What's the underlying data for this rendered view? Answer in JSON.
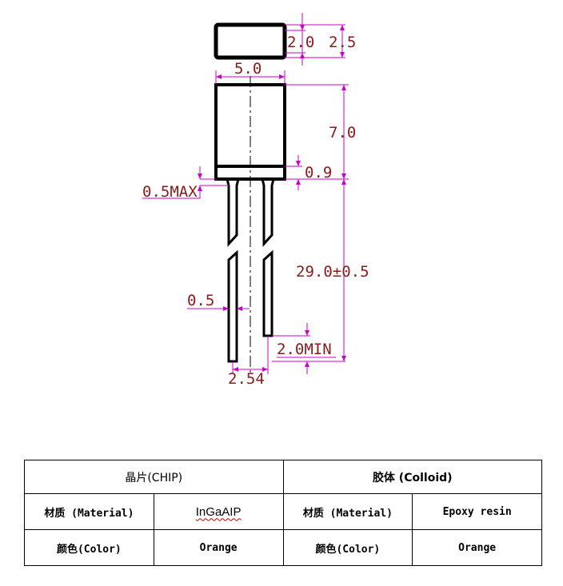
{
  "drawing": {
    "labels": {
      "dim_2_0": "2.0",
      "dim_2_5": "2.5",
      "dim_5_0": "5.0",
      "dim_7_0": "7.0",
      "dim_0_9": "0.9",
      "dim_0_5max": "0.5MAX",
      "dim_29_0": "29.0±0.5",
      "dim_0_5": "0.5",
      "dim_2_0min": "2.0MIN",
      "dim_2_54": "2.54"
    },
    "colors": {
      "outline": "#000000",
      "dimension": "#cc00cc",
      "dimension_text": "#8b1a1a"
    }
  },
  "table": {
    "chip_header": "晶片(CHIP)",
    "colloid_header": "胶体 (Colloid)",
    "chip_material_label": "材质 (Material)",
    "chip_material_value": "InGaAIP",
    "colloid_material_label": "材质 (Material)",
    "colloid_material_value": "Epoxy resin",
    "chip_color_label": "颜色(Color)",
    "chip_color_value": "Orange",
    "colloid_color_label": "颜色(Color)",
    "colloid_color_value": "Orange"
  }
}
